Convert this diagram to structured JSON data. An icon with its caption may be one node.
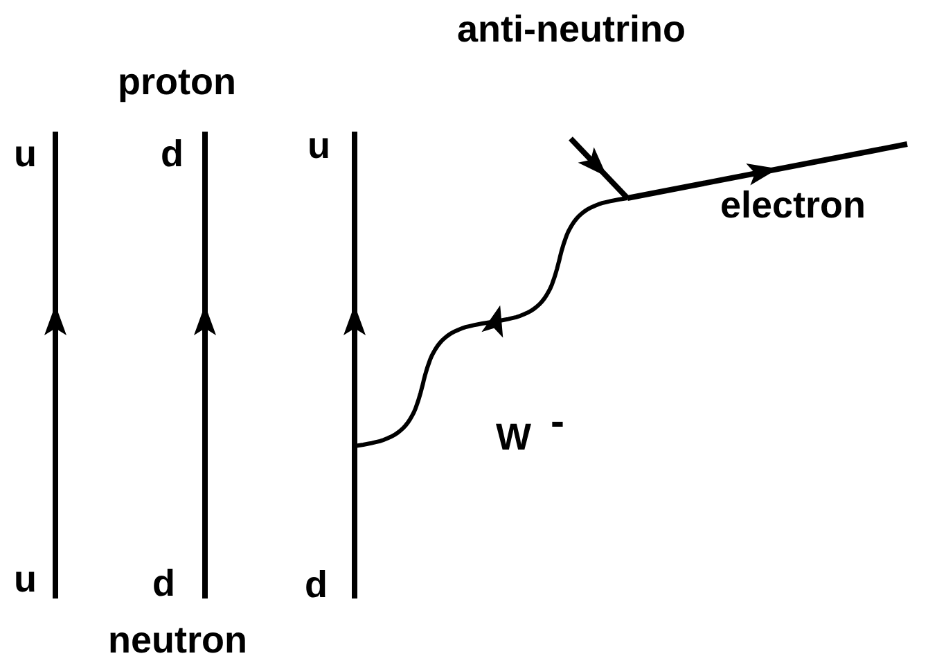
{
  "diagram": {
    "labels": [
      "anti-neutrino",
      "proton",
      "u",
      "d",
      "u",
      "electron",
      "W$^{-}$",
      "u",
      "d",
      "d",
      "neutron"
    ]
  }
}
